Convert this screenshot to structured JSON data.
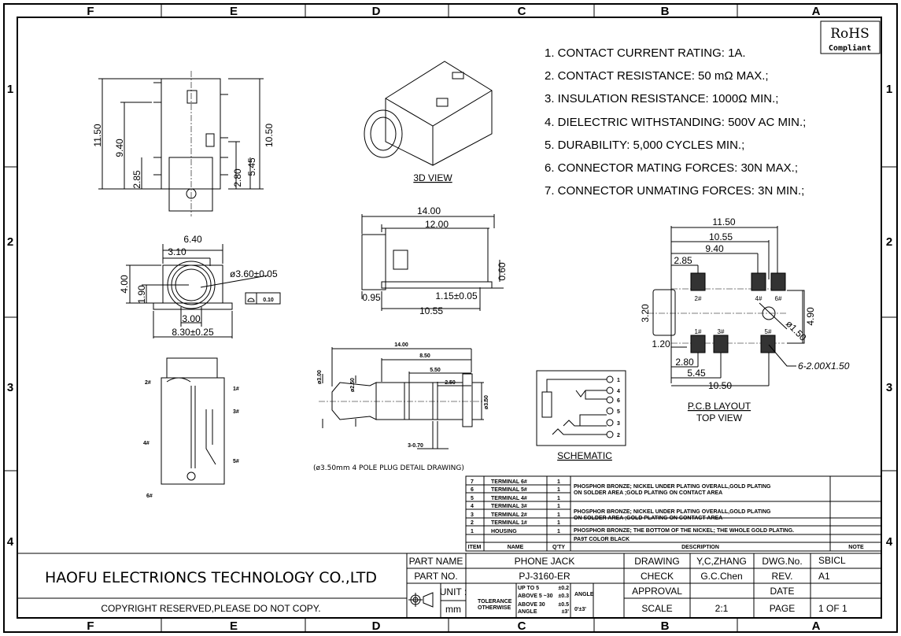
{
  "frame": {
    "columns": [
      "F",
      "E",
      "D",
      "C",
      "B",
      "A"
    ],
    "rows": [
      "1",
      "2",
      "3",
      "4"
    ]
  },
  "rohs": {
    "line1": "RoHS",
    "line2": "Compliant"
  },
  "notes": [
    "1. CONTACT CURRENT RATING: 1A.",
    "2. CONTACT RESISTANCE: 50 mΩ MAX.;",
    "3. INSULATION RESISTANCE: 1000Ω MIN.;",
    "4. DIELECTRIC WITHSTANDING: 500V AC MIN.;",
    "5. DURABILITY: 5,000 CYCLES MIN.;",
    "6. CONNECTOR MATING FORCES: 30N   MAX.;",
    "7. CONNECTOR UNMATING FORCES: 3N MIN.;"
  ],
  "views": {
    "top": {
      "d1": "11.50",
      "d2": "9.40",
      "d3": "2.85",
      "d4": "10.50",
      "d5": "5.45",
      "d6": "2.80"
    },
    "front": {
      "d1": "6.40",
      "d2": "3.10",
      "d3": "4.00",
      "d4": "1.90",
      "d5": "ø3.60±0.05",
      "d6": "3.00",
      "d7": "8.30±0.25",
      "flat": "0.10"
    },
    "view3d_label": "3D VIEW",
    "side": {
      "d1": "14.00",
      "d2": "12.00",
      "d3": "0.60",
      "d4": "0.95",
      "d5": "1.15±0.05",
      "d6": "10.55"
    },
    "pins": {
      "p2": "2#",
      "p1": "1#",
      "p3": "3#",
      "p4": "4#",
      "p5": "5#",
      "p6": "6#"
    },
    "plug": {
      "d1": "14.00",
      "d2": "8.50",
      "d3": "5.50",
      "d4": "2.50",
      "d5": "ø3.00",
      "d6": "ø2.50",
      "d7": "ø3.50",
      "d8": "3-0.70",
      "caption": "(ø3.50mm 4 POLE PLUG DETAIL DRAWING)"
    },
    "schematic": {
      "pins": [
        "1",
        "4",
        "6",
        "5",
        "3",
        "2"
      ],
      "label": "SCHEMATIC"
    },
    "pcb": {
      "d1": "11.50",
      "d2": "10.55",
      "d3": "9.40",
      "d4": "2.85",
      "d5": "3.20",
      "d6": "1.20",
      "d7": "2.80",
      "d8": "5.45",
      "d9": "10.50",
      "d10": "4.90",
      "d11": "ø1.50",
      "pad": "6-2.00X1.50",
      "pins": [
        "2#",
        "4#",
        "6#",
        "1#",
        "3#",
        "5#"
      ],
      "label1": "P.C.B LAYOUT",
      "label2": "TOP VIEW"
    }
  },
  "bom": {
    "rows": [
      {
        "item": "7",
        "name": "TERMINAL 6#",
        "qty": "1"
      },
      {
        "item": "6",
        "name": "TERMINAL 5#",
        "qty": "1"
      },
      {
        "item": "5",
        "name": "TERMINAL 4#",
        "qty": "1"
      },
      {
        "item": "4",
        "name": "TERMINAL 3#",
        "qty": "1"
      },
      {
        "item": "3",
        "name": "TERMINAL 2#",
        "qty": "1"
      },
      {
        "item": "2",
        "name": "TERMINAL 1#",
        "qty": "1"
      },
      {
        "item": "1",
        "name": "HOUSING",
        "qty": "1"
      }
    ],
    "desc": [
      "PHOSPHOR BRONZE; NICKEL UNDER PLATING OVERALL,GOLD PLATING",
      "ON SOLDER AREA ;GOLD PLATING ON CONTACT AREA",
      "PHOSPHOR BRONZE; NICKEL UNDER PLATING OVERALL,GOLD PLATING",
      "ON SOLDER AREA ;GOLD PLATING ON CONTACT AREA",
      "PHOSPHOR BRONZE; THE BOTTOM OF THE NICKEL; THE WHOLE GOLD PLATING.",
      "PA9T   COLOR BLACK"
    ],
    "headers": {
      "item": "ITEM",
      "name": "NAME",
      "qty": "Q'TY",
      "desc": "DESCRIPTION",
      "note": "NOTE"
    }
  },
  "title_block": {
    "company": "HAOFU ELECTRIONCS TECHNOLOGY CO.,LTD",
    "copyright": "COPYRIGHT RESERVED,PLEASE DO NOT COPY.",
    "part_name_label": "PART NAME",
    "part_name": "PHONE JACK",
    "part_no_label": "PART NO.",
    "part_no": "PJ-3160-ER",
    "unit_label": "UNIT :",
    "unit": "mm",
    "tol1": "TOLERANCE",
    "tol2": "OTHERWISE",
    "t1": "UP TO 5",
    "t1v": "±0.2",
    "t2": "ABOVE 5 ~30",
    "t2v": "±0.3",
    "t3": "ABOVE 30",
    "t3v": "±0.5",
    "t4": "ANGLE",
    "t4v": "±3'",
    "angle_label": "ANGLE",
    "angle": "0'±3'",
    "drawing_label": "DRAWING",
    "drawing": "Y,C,ZHANG",
    "check_label": "CHECK",
    "check": "G.C.Chen",
    "approval_label": "APPROVAL",
    "approval": "",
    "scale_label": "SCALE",
    "scale": "2:1",
    "dwg_label": "DWG.No.",
    "dwg": "SBICL",
    "rev_label": "REV.",
    "rev": "A1",
    "date_label": "DATE",
    "date": "",
    "page_label": "PAGE",
    "page": "1 OF 1"
  }
}
